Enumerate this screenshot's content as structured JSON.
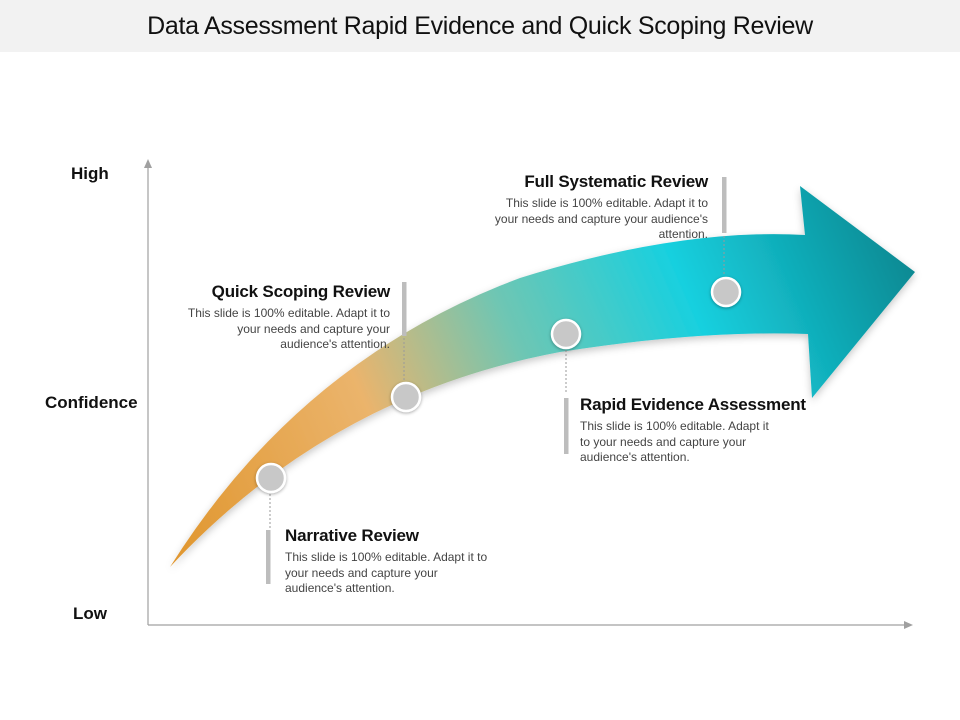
{
  "title": "Data Assessment Rapid Evidence and Quick Scoping Review",
  "axis": {
    "y_high": "High",
    "y_mid": "Confidence",
    "y_low": "Low"
  },
  "stages": [
    {
      "title": "Narrative Review",
      "body": "This slide is 100% editable. Adapt it to your needs and capture your audience's attention."
    },
    {
      "title": "Quick Scoping Review",
      "body": "This slide is 100% editable. Adapt it to your needs and capture your audience's attention."
    },
    {
      "title": "Rapid Evidence Assessment",
      "body": "This slide is 100% editable. Adapt it to your needs and capture your audience's attention."
    },
    {
      "title": "Full Systematic Review",
      "body": "This slide is 100% editable. Adapt it to your needs and capture your audience's attention."
    }
  ],
  "colors": {
    "arrow_start": "#e39a35",
    "arrow_mid": "#6cc7b4",
    "arrow_bright": "#16cfe0",
    "arrow_end": "#0a8a92",
    "axis": "#999999",
    "marker_bar": "#bcbcbc"
  }
}
